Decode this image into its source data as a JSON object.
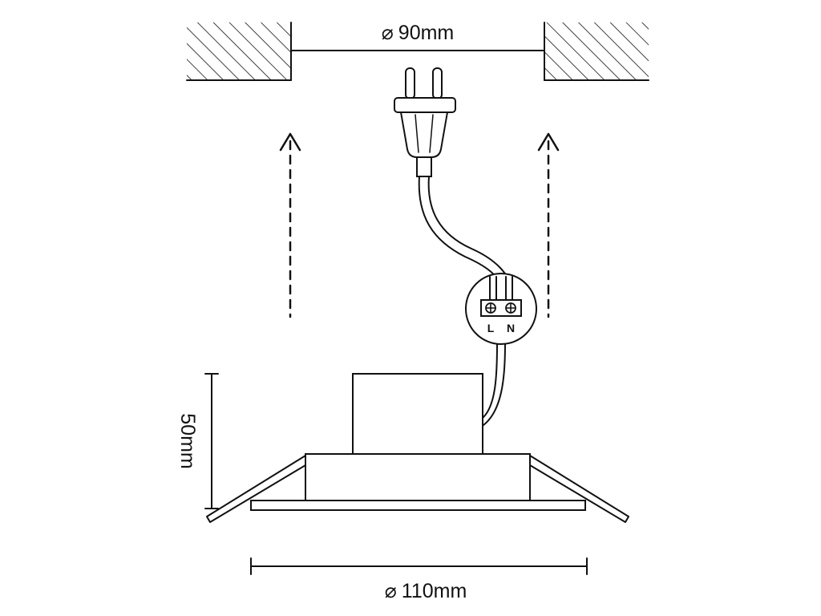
{
  "cutout_diameter": {
    "label": "90mm",
    "symbol": "⌀"
  },
  "outer_diameter": {
    "label": "110mm",
    "symbol": "⌀"
  },
  "height": {
    "label": "50mm"
  },
  "terminal": {
    "live_label": "L",
    "neutral_label": "N"
  }
}
